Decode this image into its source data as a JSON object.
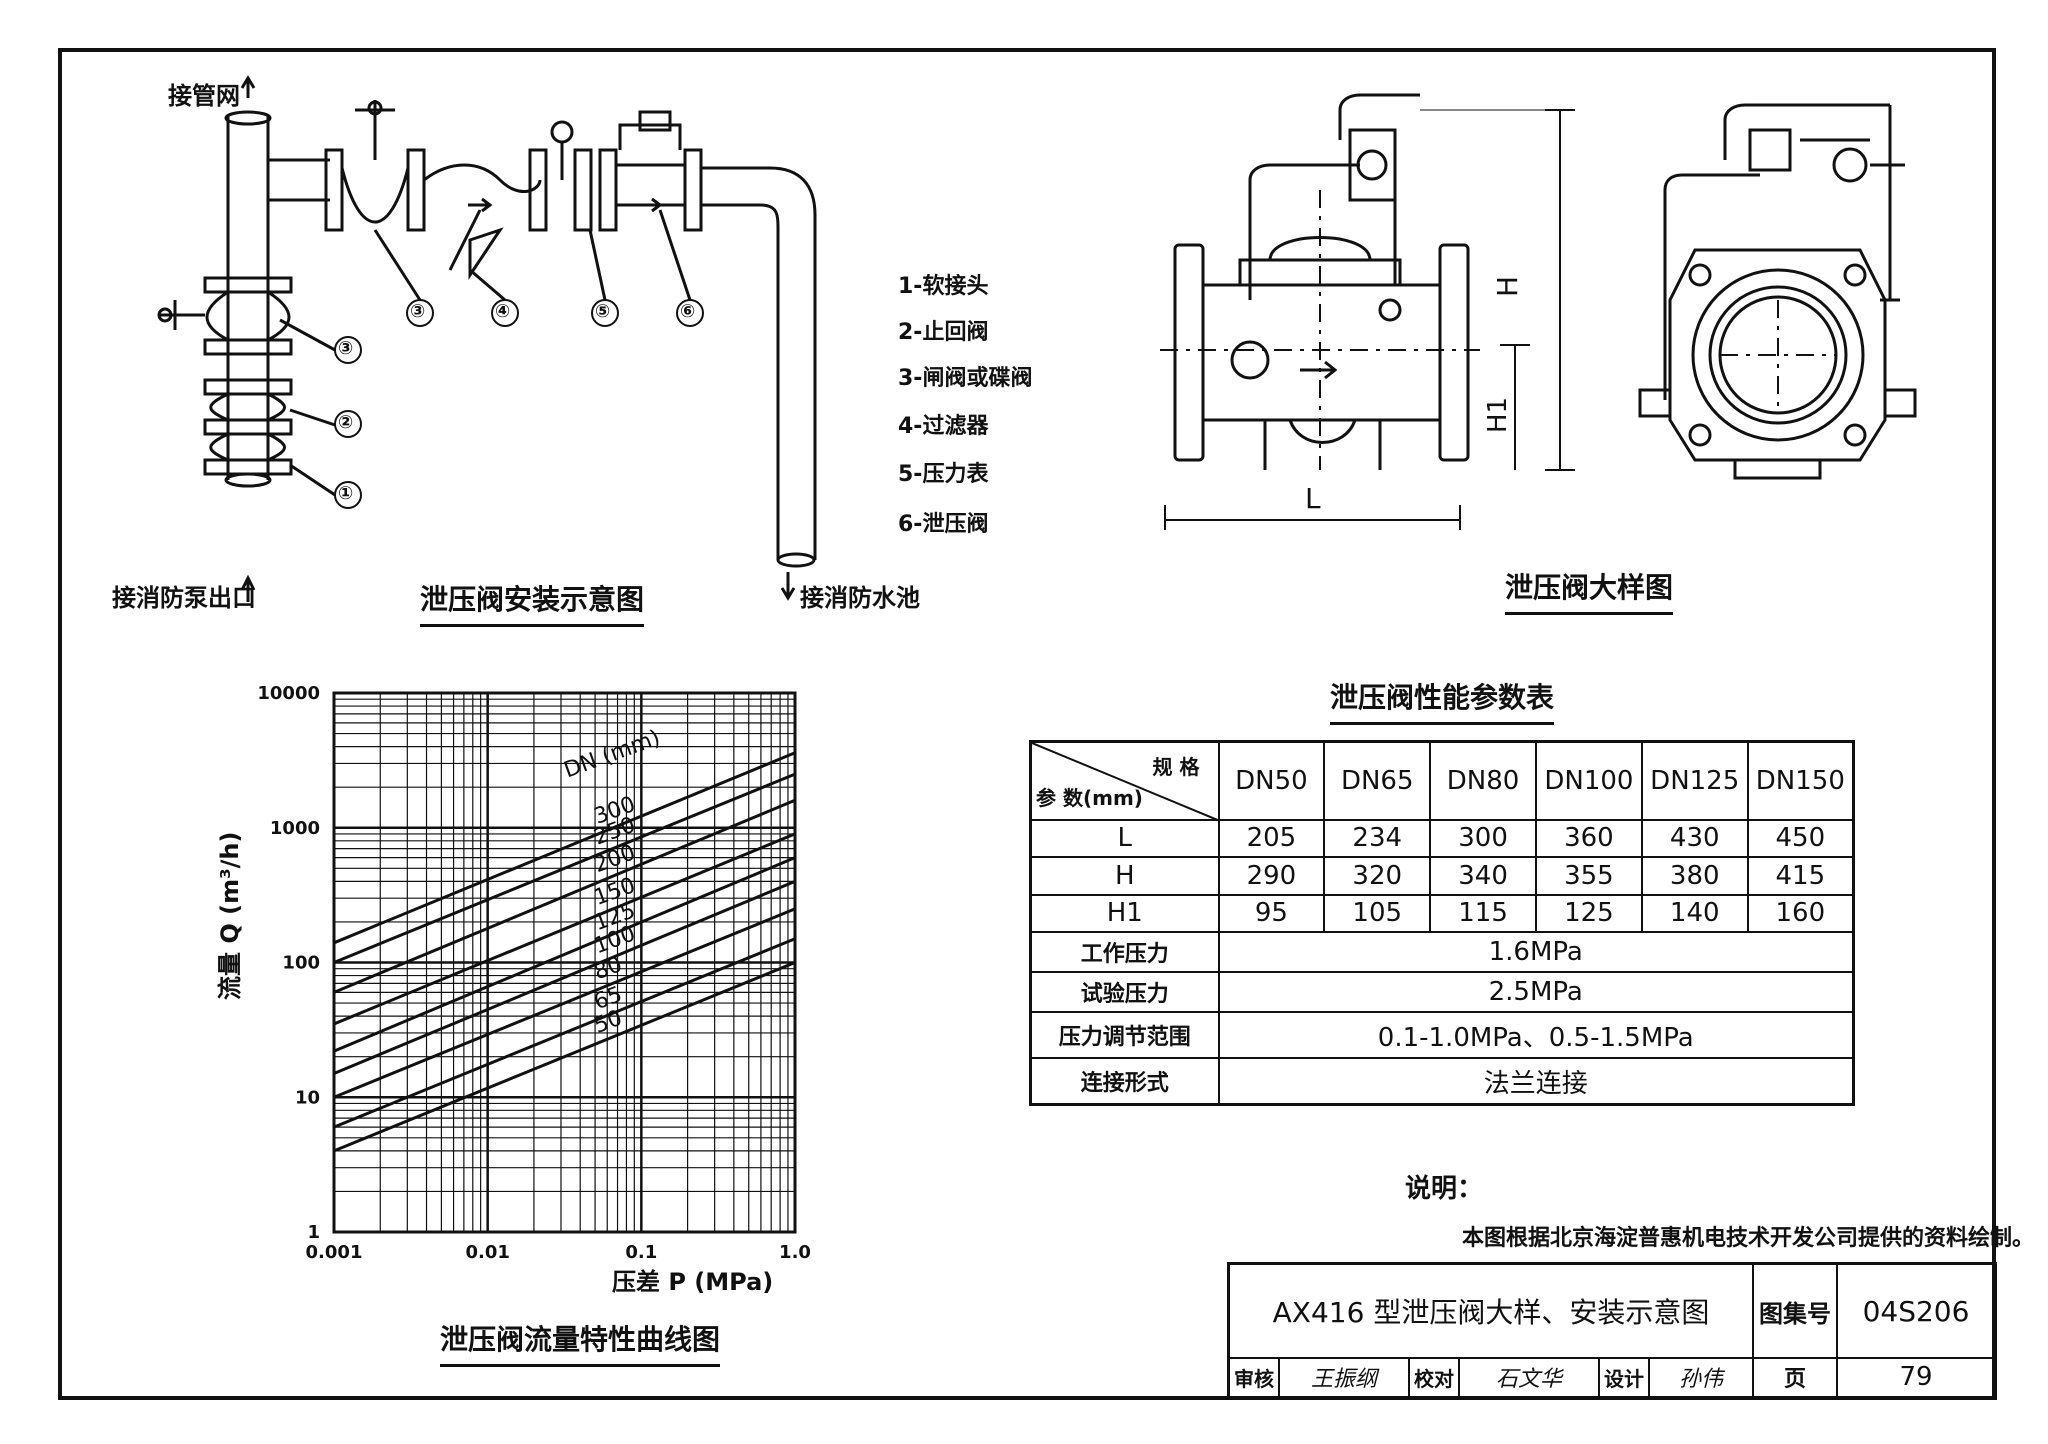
{
  "install": {
    "top_pipe_label": "接管网",
    "pump_label": "接消防泵出口",
    "pool_label": "接消防水池",
    "title": "泄压阀安装示意图",
    "callouts": [
      "①",
      "②",
      "③",
      "③",
      "④",
      "⑤",
      "⑥"
    ]
  },
  "legend": {
    "items": [
      "1-软接头",
      "2-止回阀",
      "3-闸阀或碟阀",
      "4-过滤器",
      "5-压力表",
      "6-泄压阀"
    ]
  },
  "detail": {
    "title": "泄压阀大样图",
    "dim_h": "H",
    "dim_h1": "H1",
    "dim_l": "L"
  },
  "table": {
    "title": "泄压阀性能参数表",
    "header_diag_top": "规 格",
    "header_diag_bottom": "参 数(mm)",
    "columns": [
      "DN50",
      "DN65",
      "DN80",
      "DN100",
      "DN125",
      "DN150"
    ],
    "rows": [
      {
        "label": "L",
        "values": [
          "205",
          "234",
          "300",
          "360",
          "430",
          "450"
        ]
      },
      {
        "label": "H",
        "values": [
          "290",
          "320",
          "340",
          "355",
          "380",
          "415"
        ]
      },
      {
        "label": "H1",
        "values": [
          "95",
          "105",
          "115",
          "125",
          "140",
          "160"
        ]
      }
    ],
    "spans": [
      {
        "label": "工作压力",
        "value": "1.6MPa"
      },
      {
        "label": "试验压力",
        "value": "2.5MPa"
      },
      {
        "label": "压力调节范围",
        "value": "0.1-1.0MPa、0.5-1.5MPa"
      },
      {
        "label": "连接形式",
        "value": "法兰连接"
      }
    ]
  },
  "chart_title": "泄压阀流量特性曲线图",
  "chart_data": {
    "type": "line",
    "title": "泄压阀流量特性曲线图",
    "xlabel": "压差 P (MPa)",
    "ylabel": "流量 Q (m³/h)",
    "x_scale": "log",
    "y_scale": "log",
    "xlim": [
      0.001,
      1.0
    ],
    "ylim": [
      1,
      10000
    ],
    "x_ticks": [
      "0.001",
      "0.01",
      "0.1",
      "1.0"
    ],
    "y_ticks": [
      "10000",
      "1000",
      "100",
      "10",
      "1"
    ],
    "series_label": "DN (mm)",
    "x": [
      0.001,
      1.0
    ],
    "series": [
      {
        "name": "50",
        "values": [
          4,
          100
        ]
      },
      {
        "name": "65",
        "values": [
          6,
          150
        ]
      },
      {
        "name": "80",
        "values": [
          10,
          250
        ]
      },
      {
        "name": "100",
        "values": [
          15,
          400
        ]
      },
      {
        "name": "125",
        "values": [
          22,
          600
        ]
      },
      {
        "name": "150",
        "values": [
          35,
          900
        ]
      },
      {
        "name": "200",
        "values": [
          60,
          1600
        ]
      },
      {
        "name": "250",
        "values": [
          100,
          2500
        ]
      },
      {
        "name": "300",
        "values": [
          140,
          3600
        ]
      }
    ],
    "grid": true
  },
  "notes": {
    "heading": "说明：",
    "text": "本图根据北京海淀普惠机电技术开发公司提供的资料绘制。"
  },
  "titleblock": {
    "title": "AX416 型泄压阀大样、安装示意图",
    "atlas_label": "图集号",
    "atlas_no": "04S206",
    "review_label": "审核",
    "review_sig": "王振纲",
    "check_label": "校对",
    "check_sig": "石文华",
    "design_label": "设计",
    "design_sig": "孙伟",
    "page_label": "页",
    "page_no": "79"
  }
}
